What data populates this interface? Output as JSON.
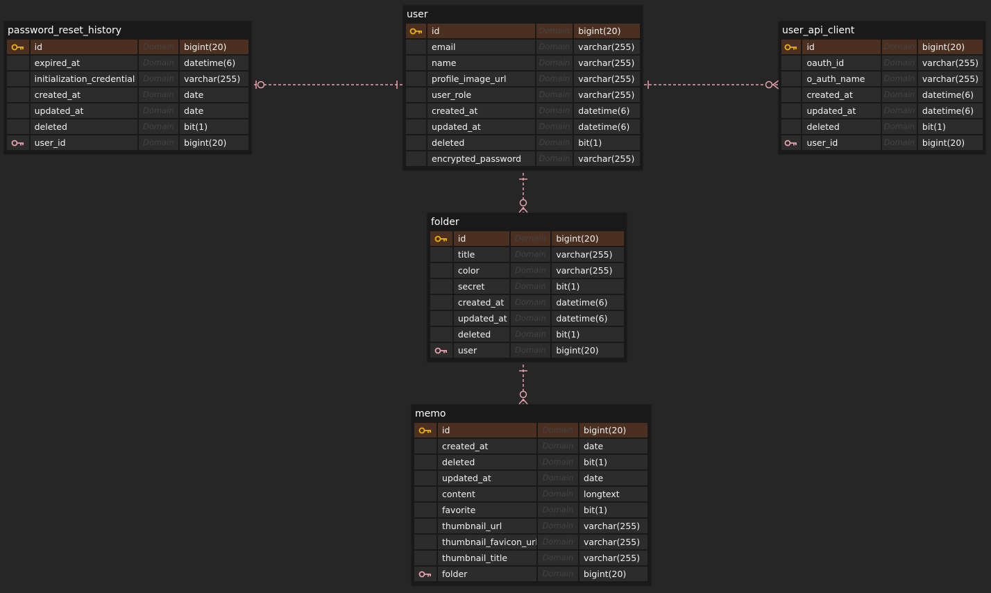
{
  "tables": {
    "password_reset_history": {
      "title": "password_reset_history",
      "rows": [
        {
          "key": "pk",
          "icon": "primary-key-icon",
          "name": "id",
          "domain": "Domain",
          "type": "bigint(20)"
        },
        {
          "key": "",
          "icon": "",
          "name": "expired_at",
          "domain": "Domain",
          "type": "datetime(6)"
        },
        {
          "key": "",
          "icon": "",
          "name": "initialization_credential",
          "domain": "Domain",
          "type": "varchar(255)"
        },
        {
          "key": "",
          "icon": "",
          "name": "created_at",
          "domain": "Domain",
          "type": "date"
        },
        {
          "key": "",
          "icon": "",
          "name": "updated_at",
          "domain": "Domain",
          "type": "date"
        },
        {
          "key": "",
          "icon": "",
          "name": "deleted",
          "domain": "Domain",
          "type": "bit(1)"
        },
        {
          "key": "fk",
          "icon": "foreign-key-icon",
          "name": "user_id",
          "domain": "Domain",
          "type": "bigint(20)"
        }
      ]
    },
    "user": {
      "title": "user",
      "rows": [
        {
          "key": "pk",
          "icon": "primary-key-icon",
          "name": "id",
          "domain": "Domain",
          "type": "bigint(20)"
        },
        {
          "key": "",
          "icon": "",
          "name": "email",
          "domain": "Domain",
          "type": "varchar(255)"
        },
        {
          "key": "",
          "icon": "",
          "name": "name",
          "domain": "Domain",
          "type": "varchar(255)"
        },
        {
          "key": "",
          "icon": "",
          "name": "profile_image_url",
          "domain": "Domain",
          "type": "varchar(255)"
        },
        {
          "key": "",
          "icon": "",
          "name": "user_role",
          "domain": "Domain",
          "type": "varchar(255)"
        },
        {
          "key": "",
          "icon": "",
          "name": "created_at",
          "domain": "Domain",
          "type": "datetime(6)"
        },
        {
          "key": "",
          "icon": "",
          "name": "updated_at",
          "domain": "Domain",
          "type": "datetime(6)"
        },
        {
          "key": "",
          "icon": "",
          "name": "deleted",
          "domain": "Domain",
          "type": "bit(1)"
        },
        {
          "key": "",
          "icon": "",
          "name": "encrypted_password",
          "domain": "Domain",
          "type": "varchar(255)"
        }
      ]
    },
    "user_api_client": {
      "title": "user_api_client",
      "rows": [
        {
          "key": "pk",
          "icon": "primary-key-icon",
          "name": "id",
          "domain": "Domain",
          "type": "bigint(20)"
        },
        {
          "key": "",
          "icon": "",
          "name": "oauth_id",
          "domain": "Domain",
          "type": "varchar(255)"
        },
        {
          "key": "",
          "icon": "",
          "name": "o_auth_name",
          "domain": "Domain",
          "type": "varchar(255)"
        },
        {
          "key": "",
          "icon": "",
          "name": "created_at",
          "domain": "Domain",
          "type": "datetime(6)"
        },
        {
          "key": "",
          "icon": "",
          "name": "updated_at",
          "domain": "Domain",
          "type": "datetime(6)"
        },
        {
          "key": "",
          "icon": "",
          "name": "deleted",
          "domain": "Domain",
          "type": "bit(1)"
        },
        {
          "key": "fk",
          "icon": "foreign-key-icon",
          "name": "user_id",
          "domain": "Domain",
          "type": "bigint(20)"
        }
      ]
    },
    "folder": {
      "title": "folder",
      "rows": [
        {
          "key": "pk",
          "icon": "primary-key-icon",
          "name": "id",
          "domain": "Domain",
          "type": "bigint(20)"
        },
        {
          "key": "",
          "icon": "",
          "name": "title",
          "domain": "Domain",
          "type": "varchar(255)"
        },
        {
          "key": "",
          "icon": "",
          "name": "color",
          "domain": "Domain",
          "type": "varchar(255)"
        },
        {
          "key": "",
          "icon": "",
          "name": "secret",
          "domain": "Domain",
          "type": "bit(1)"
        },
        {
          "key": "",
          "icon": "",
          "name": "created_at",
          "domain": "Domain",
          "type": "datetime(6)"
        },
        {
          "key": "",
          "icon": "",
          "name": "updated_at",
          "domain": "Domain",
          "type": "datetime(6)"
        },
        {
          "key": "",
          "icon": "",
          "name": "deleted",
          "domain": "Domain",
          "type": "bit(1)"
        },
        {
          "key": "fk",
          "icon": "foreign-key-icon",
          "name": "user",
          "domain": "Domain",
          "type": "bigint(20)"
        }
      ]
    },
    "memo": {
      "title": "memo",
      "rows": [
        {
          "key": "pk",
          "icon": "primary-key-icon",
          "name": "id",
          "domain": "Domain",
          "type": "bigint(20)"
        },
        {
          "key": "",
          "icon": "",
          "name": "created_at",
          "domain": "Domain",
          "type": "date"
        },
        {
          "key": "",
          "icon": "",
          "name": "deleted",
          "domain": "Domain",
          "type": "bit(1)"
        },
        {
          "key": "",
          "icon": "",
          "name": "updated_at",
          "domain": "Domain",
          "type": "date"
        },
        {
          "key": "",
          "icon": "",
          "name": "content",
          "domain": "Domain",
          "type": "longtext"
        },
        {
          "key": "",
          "icon": "",
          "name": "favorite",
          "domain": "Domain",
          "type": "bit(1)"
        },
        {
          "key": "",
          "icon": "",
          "name": "thumbnail_url",
          "domain": "Domain",
          "type": "varchar(255)"
        },
        {
          "key": "",
          "icon": "",
          "name": "thumbnail_favicon_url",
          "domain": "Domain",
          "type": "varchar(255)"
        },
        {
          "key": "",
          "icon": "",
          "name": "thumbnail_title",
          "domain": "Domain",
          "type": "varchar(255)"
        },
        {
          "key": "fk",
          "icon": "foreign-key-icon",
          "name": "folder",
          "domain": "Domain",
          "type": "bigint(20)"
        }
      ]
    }
  },
  "relationships": [
    {
      "from": "user",
      "to": "password_reset_history",
      "from_end": "one",
      "to_end": "zero-or-one"
    },
    {
      "from": "user",
      "to": "user_api_client",
      "from_end": "one",
      "to_end": "zero-or-many"
    },
    {
      "from": "user",
      "to": "folder",
      "from_end": "one",
      "to_end": "zero-or-many"
    },
    {
      "from": "folder",
      "to": "memo",
      "from_end": "one",
      "to_end": "zero-or-many"
    }
  ],
  "colors": {
    "background": "#262626",
    "table_background": "#191919",
    "cell_background": "#2c2c2c",
    "primary_key_row": "#4b3021",
    "primary_key_icon": "#f0b400",
    "foreign_key_icon": "#e8a3b0",
    "connector": "#e8a3b0",
    "domain_text": "#434343"
  }
}
